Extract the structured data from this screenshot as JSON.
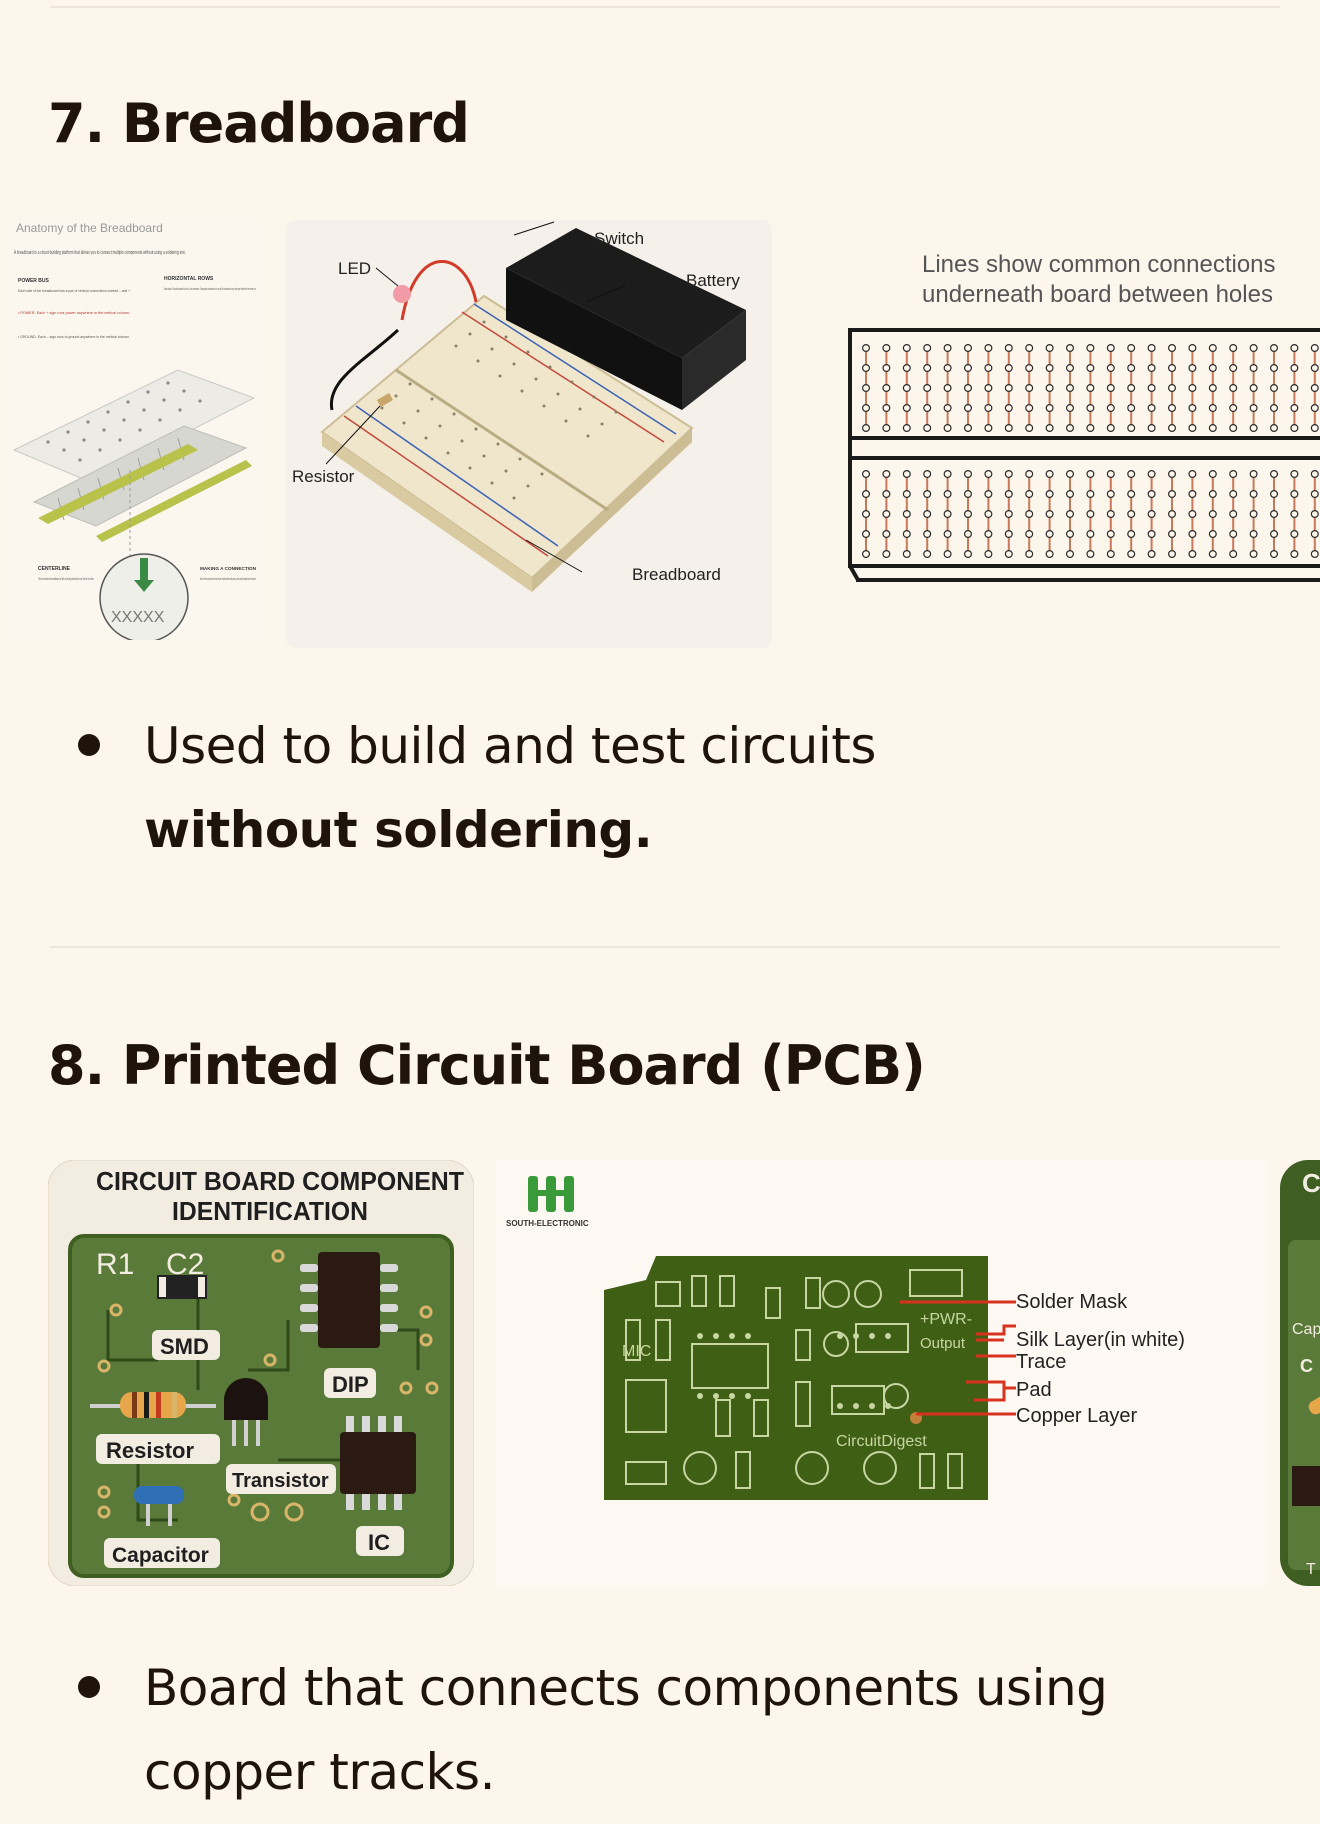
{
  "section7": {
    "heading": "7. Breadboard",
    "bullet_text": "Used to build and test circuits",
    "bullet_bold": "without soldering.",
    "anatomy": {
      "title": "Anatomy of the Breadboard",
      "intro": "A breadboard is a circuit-building platform that allows you to connect multiple components without using a soldering iron.",
      "power_bus_heading": "POWER BUS",
      "power_bus_text": "Each side of the breadboard has a pair of vertical connections marked – and +",
      "power_label": "• POWER- Each + sign runs power anywhere in the vertical column.",
      "ground_label": "• GROUND- Each – sign runs to ground anywhere in the vertical column.",
      "horizontal_heading": "HORIZONTAL ROWS",
      "horizontal_text": "Each series of 5 sockets marked a-e and f-j are connected. Components connected to a row will be connected to any other part inserted in the same row.",
      "centerline_heading": "CENTERLINE",
      "centerline_text": "This line divides the breadboard in half, restricting electricity to one half or the other.",
      "making_heading": "MAKING A CONNECTION",
      "making_text": "Most of the components in this kit are breadboard-friendly and can be easily installed and removed."
    },
    "photo": {
      "switch": "Switch",
      "led": "LED",
      "battery": "Battery",
      "resistor": "Resistor",
      "breadboard": "Breadboard"
    },
    "diagram": {
      "caption_line1": "Lines show common connections",
      "caption_line2": "underneath board between holes"
    }
  },
  "section8": {
    "heading": "8. Printed Circuit Board (PCB)",
    "bullet_line1": "Board that connects components using",
    "bullet_line2": "copper tracks.",
    "identification": {
      "title_line1": "CIRCUIT BOARD COMPONENT",
      "title_line2": "IDENTIFICATION",
      "r1": "R1",
      "c2": "C2",
      "smd": "SMD",
      "dip": "DIP",
      "resistor": "Resistor",
      "transistor": "Transistor",
      "ic": "IC",
      "capacitor": "Capacitor"
    },
    "photo2": {
      "brand": "SOUTH-ELECTRONIC",
      "solder_mask": "Solder Mask",
      "silk_layer": "Silk Layer(in white)",
      "trace": "Trace",
      "pad": "Pad",
      "copper_layer": "Copper Layer",
      "board_pwr": "+PWR-",
      "board_output": "Output",
      "board_mic": "MIC",
      "board_brand": "CircuitDigest"
    },
    "partial": {
      "t1": "C",
      "t2": "Cap",
      "t3": "C",
      "t4": "T"
    }
  },
  "colors": {
    "background": "#fdf6ec",
    "text": "#1f140c",
    "pcb_green": "#5a7a3a",
    "pcb_dark": "#3f5f22",
    "red_label": "#d8321e"
  }
}
